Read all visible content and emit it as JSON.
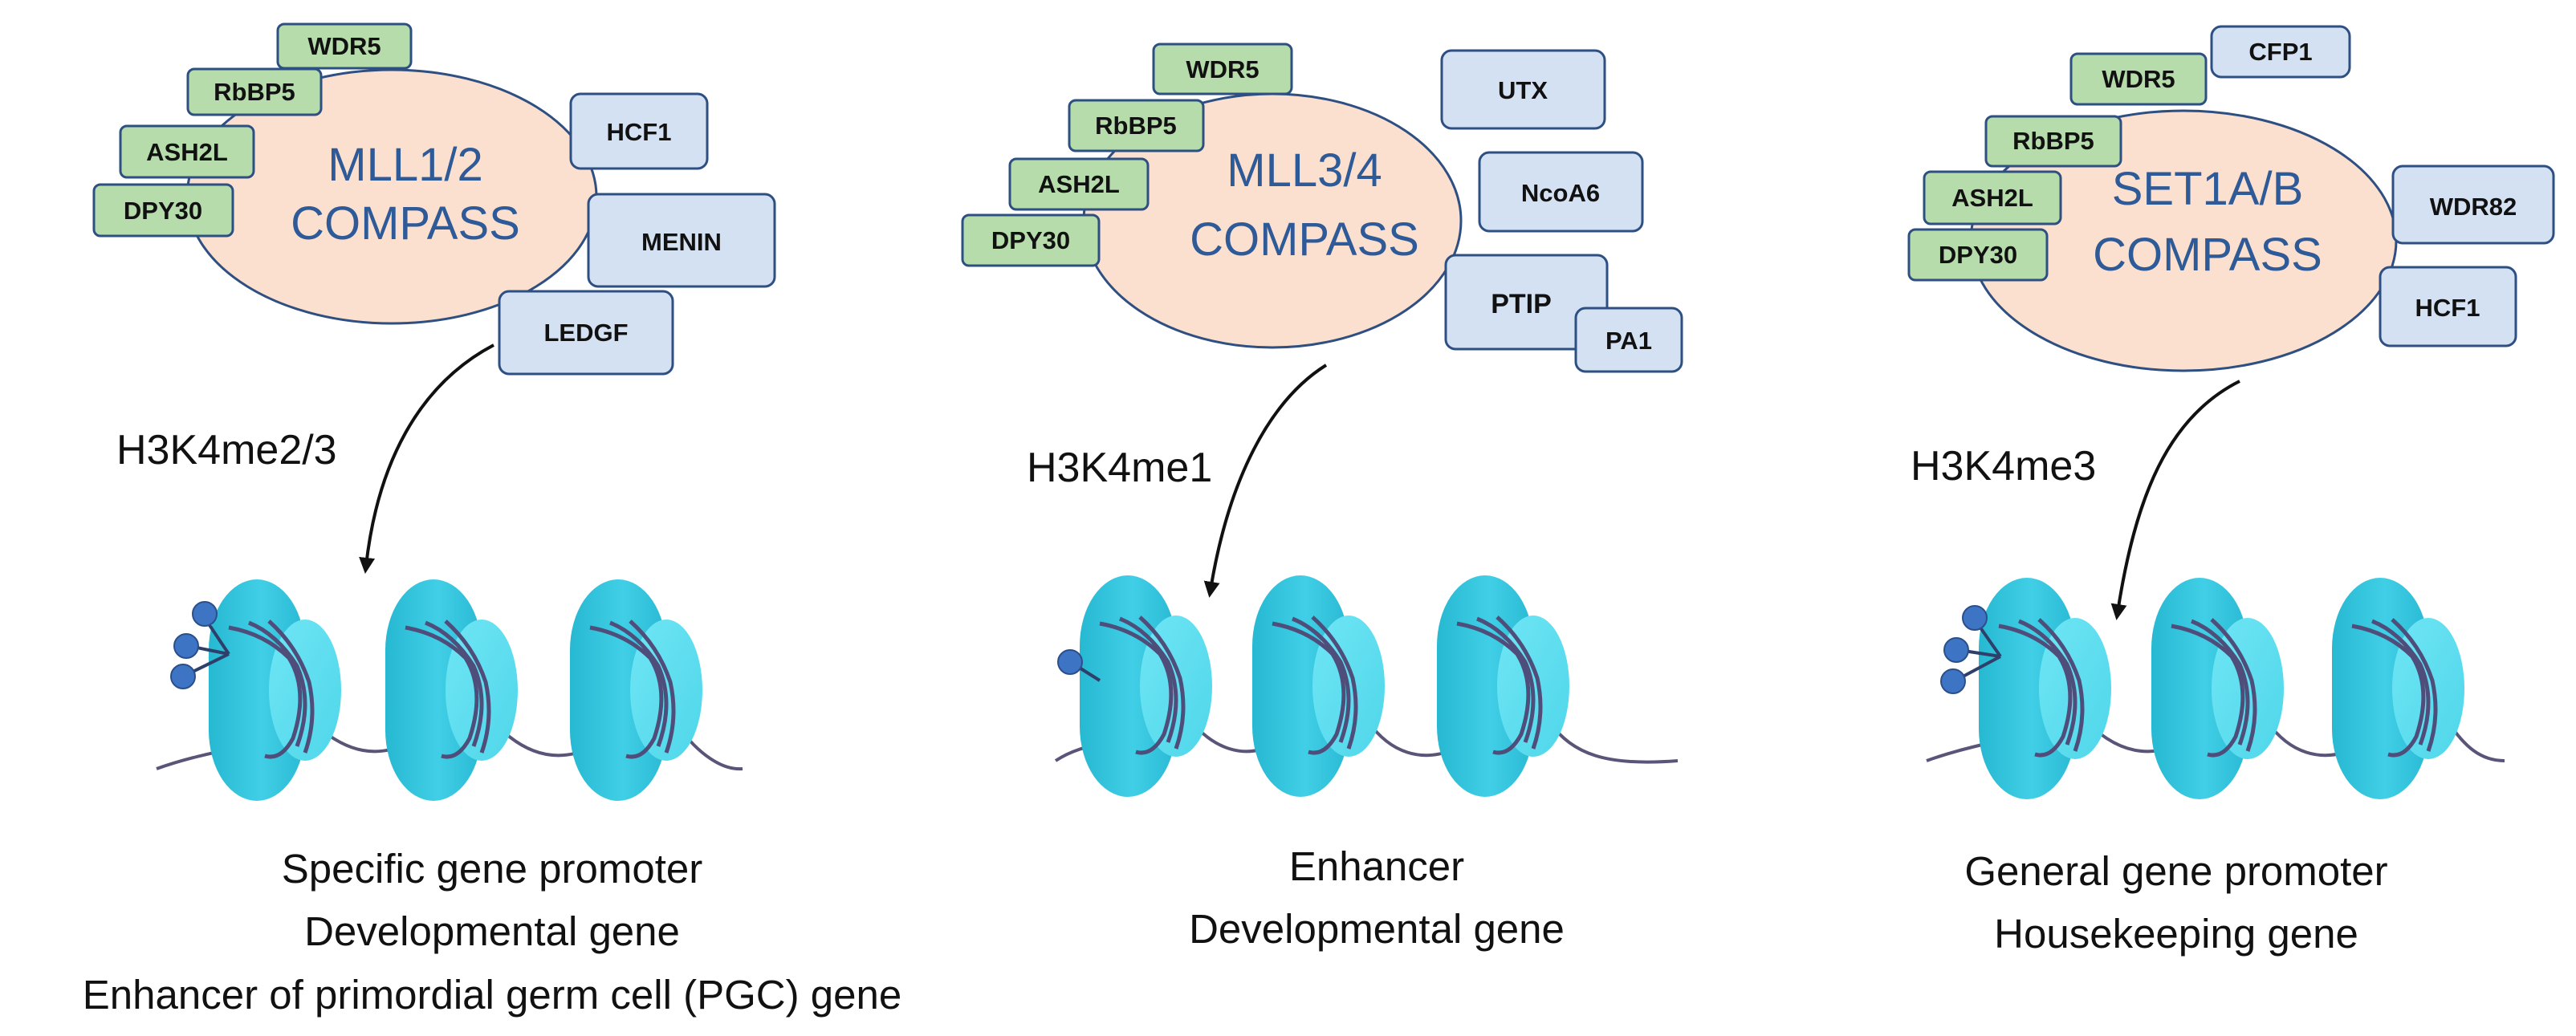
{
  "colors": {
    "core_fill": "#fce0cf",
    "core_stroke": "#2e4f82",
    "title_text": "#2e5a98",
    "green_subunit": "#b5dcaa",
    "blue_subunit": "#d4e1f3",
    "nucleosome_cyan": "#4fd6ea",
    "methyl_group": "#3e74c4",
    "dna_strand": "#5a5478"
  },
  "panels": [
    {
      "complex_line1": "MLL1/2",
      "complex_line2": "COMPASS",
      "green_subunits": [
        "WDR5",
        "RbBP5",
        "ASH2L",
        "DPY30"
      ],
      "blue_subunits": [
        "HCF1",
        "MENIN",
        "LEDGF"
      ],
      "mark": "H3K4me2/3",
      "methyl_groups_on_first_nucleosome": 3,
      "description": [
        "Specific gene promoter",
        "Developmental gene",
        "Enhancer of primordial germ cell (PGC) gene"
      ]
    },
    {
      "complex_line1": "MLL3/4",
      "complex_line2": "COMPASS",
      "green_subunits": [
        "WDR5",
        "RbBP5",
        "ASH2L",
        "DPY30"
      ],
      "blue_subunits": [
        "UTX",
        "NcoA6",
        "PTIP",
        "PA1"
      ],
      "mark": "H3K4me1",
      "methyl_groups_on_first_nucleosome": 1,
      "description": [
        "Enhancer",
        "Developmental gene"
      ]
    },
    {
      "complex_line1": "SET1A/B",
      "complex_line2": "COMPASS",
      "green_subunits": [
        "WDR5",
        "RbBP5",
        "ASH2L",
        "DPY30"
      ],
      "blue_subunits": [
        "CFP1",
        "WDR82",
        "HCF1"
      ],
      "mark": "H3K4me3",
      "methyl_groups_on_first_nucleosome": 3,
      "description": [
        "General gene promoter",
        "Housekeeping gene"
      ]
    }
  ]
}
